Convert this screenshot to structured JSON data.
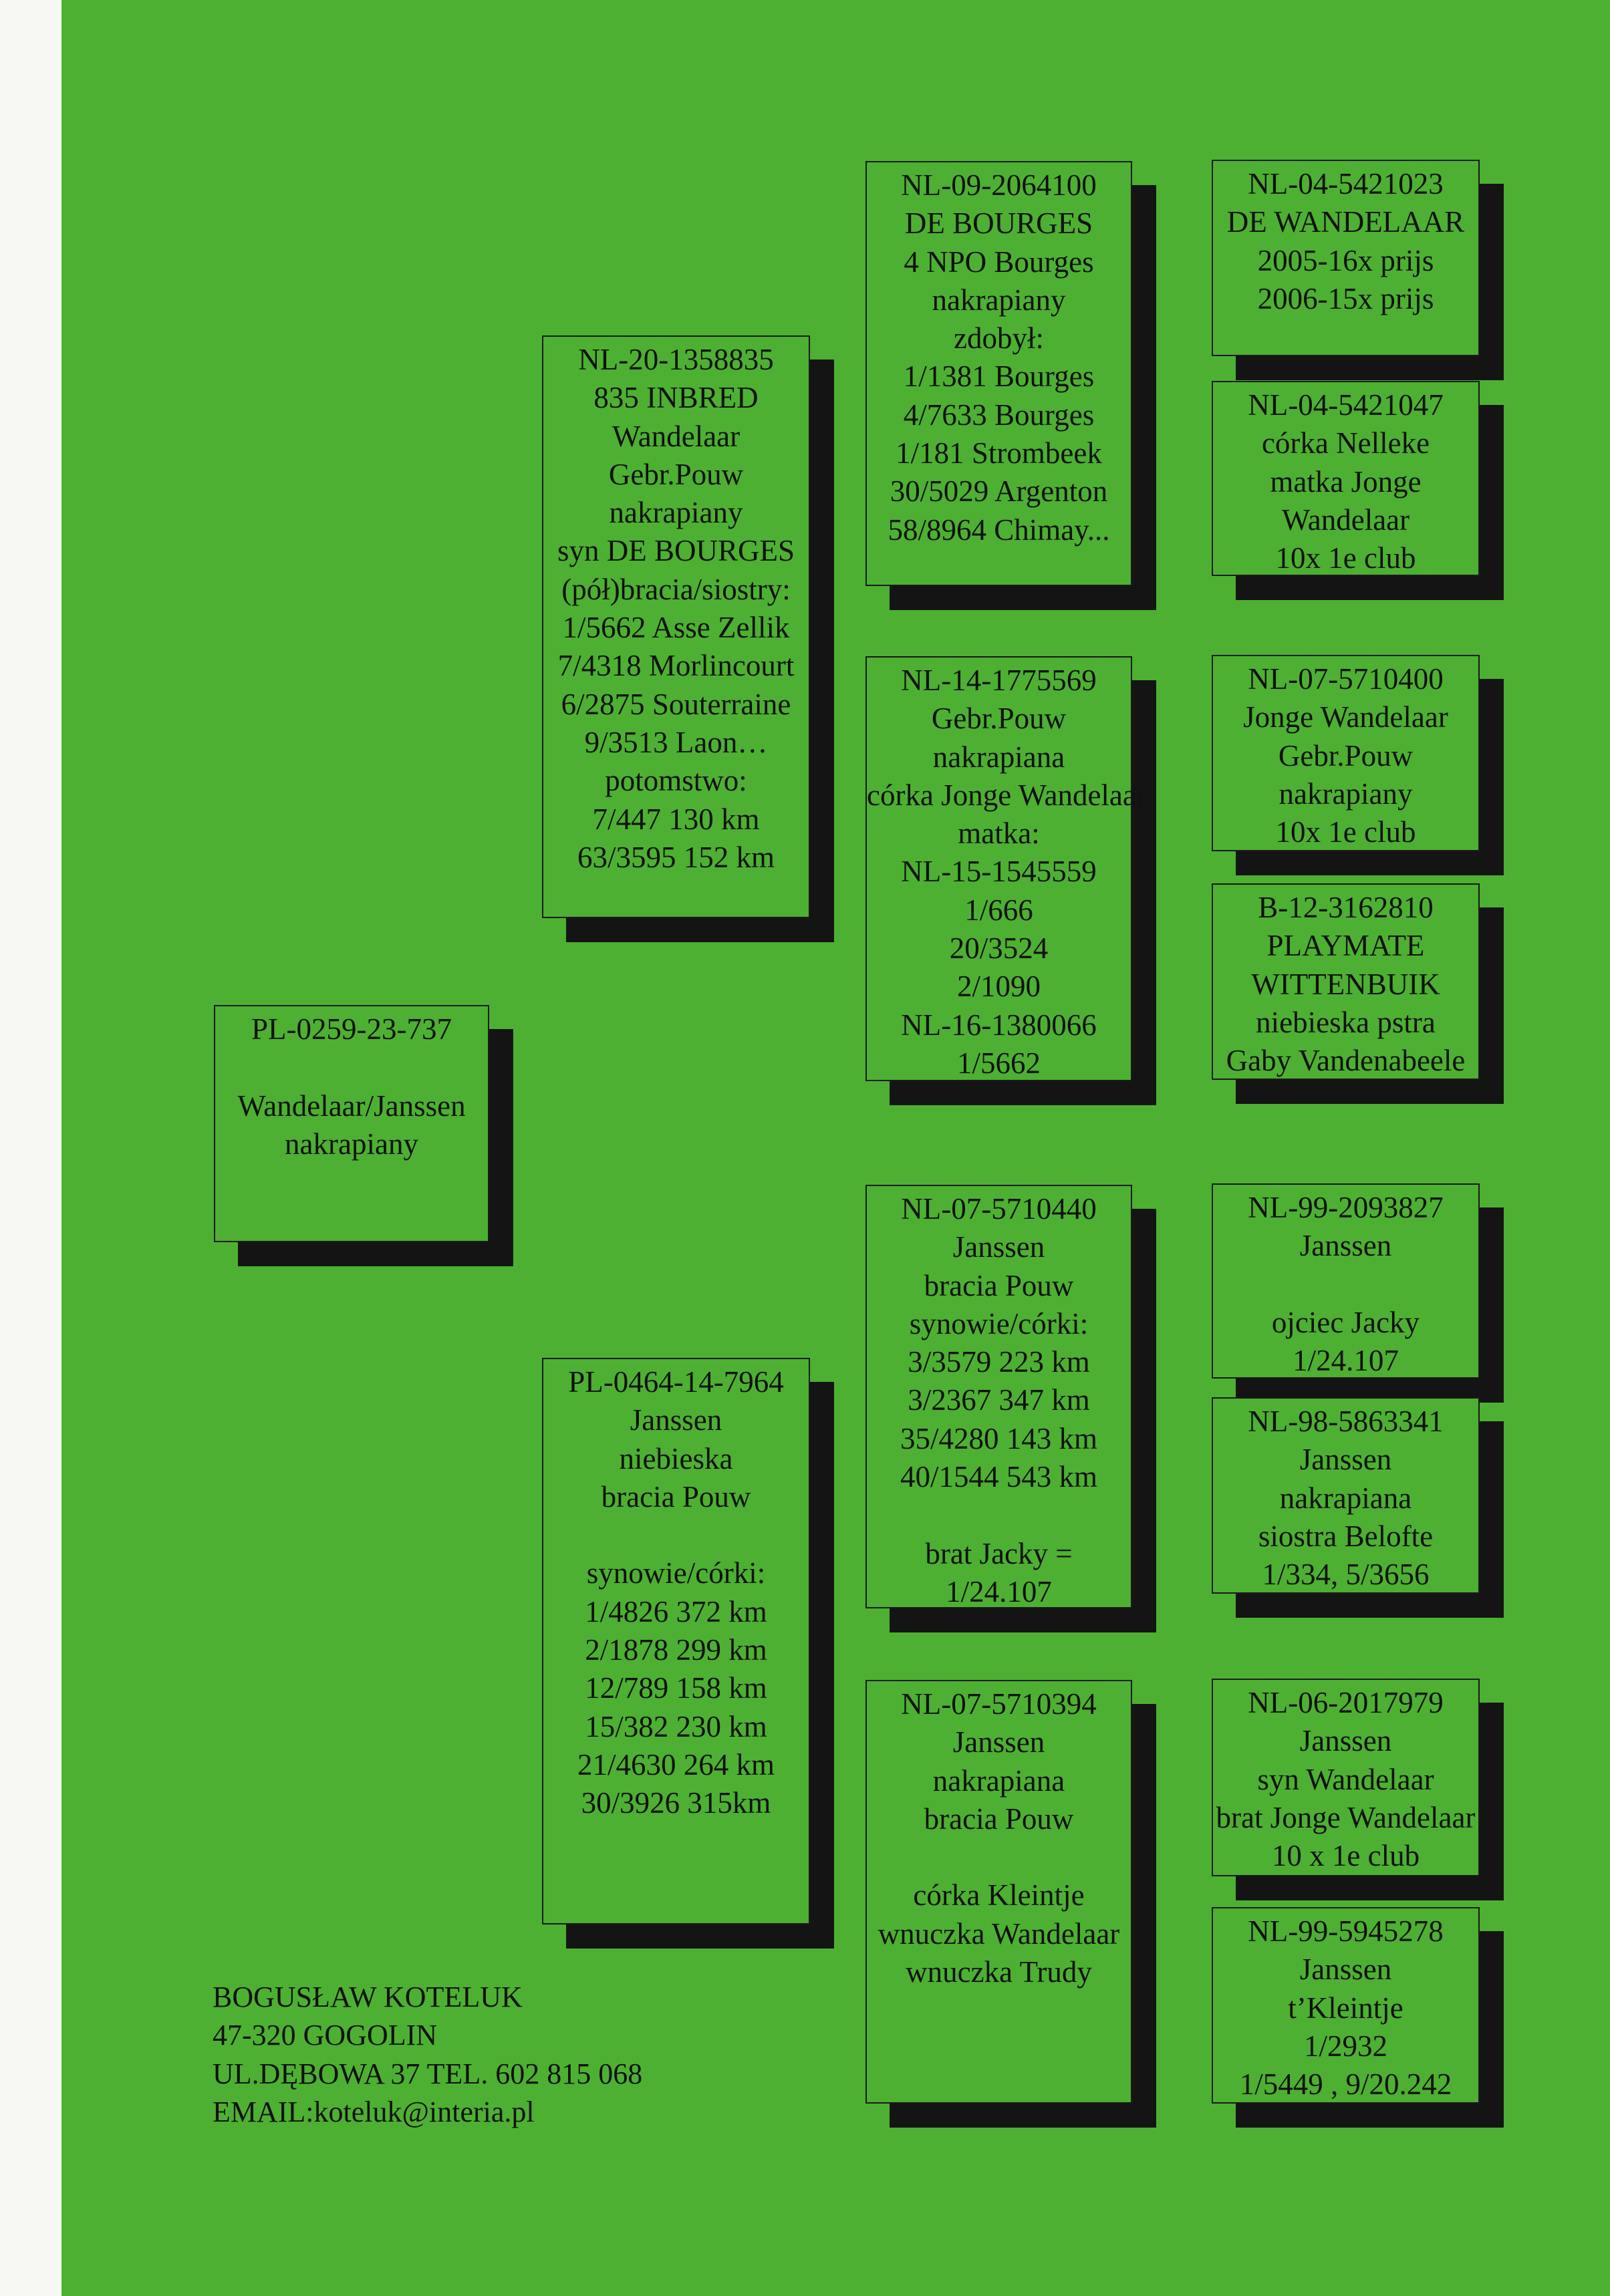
{
  "bird": {
    "lines": [
      "PL-0259-23-737",
      "",
      "Wandelaar/Janssen",
      "nakrapiany"
    ]
  },
  "father": {
    "lines": [
      "NL-20-1358835",
      "835 INBRED",
      "Wandelaar",
      "Gebr.Pouw",
      "nakrapiany",
      "syn DE BOURGES",
      "(pół)bracia/siostry:",
      "1/5662  Asse Zellik",
      "7/4318 Morlincourt",
      "6/2875 Souterraine",
      "9/3513   Laon…",
      "potomstwo:",
      "7/447  130 km",
      "63/3595  152 km"
    ]
  },
  "mother": {
    "lines": [
      "PL-0464-14-7964",
      "Janssen",
      "niebieska",
      "bracia Pouw",
      "",
      "synowie/córki:",
      "1/4826   372 km",
      " 2/1878   299 km",
      "12/789   158 km",
      "15/382    230 km",
      "21/4630   264 km",
      "30/3926    315km"
    ]
  },
  "gf_father": {
    "lines": [
      "NL-09-2064100",
      "DE BOURGES",
      "4 NPO Bourges",
      "nakrapiany",
      "zdobył:",
      "1/1381 Bourges",
      "4/7633 Bourges",
      "1/181 Strombeek",
      "30/5029 Argenton",
      "58/8964 Chimay..."
    ]
  },
  "gm_father": {
    "lines": [
      "NL-14-1775569",
      "Gebr.Pouw",
      "nakrapiana",
      "córka Jonge Wandelaar",
      "matka:",
      "NL-15-1545559",
      "1/666",
      "20/3524",
      "2/1090",
      "NL-16-1380066",
      "1/5662"
    ]
  },
  "gf_mother": {
    "lines": [
      "NL-07-5710440",
      "Janssen",
      "bracia Pouw",
      "synowie/córki:",
      "3/3579    223 km",
      "3/2367    347 km",
      "35/4280   143 km",
      "40/1544    543 km",
      "",
      "brat Jacky =",
      "1/24.107"
    ]
  },
  "gm_mother": {
    "lines": [
      "NL-07-5710394",
      "Janssen",
      "nakrapiana",
      "bracia Pouw",
      "",
      "córka Kleintje",
      "wnuczka Wandelaar",
      "wnuczka Trudy"
    ]
  },
  "g4": [
    {
      "lines": [
        "NL-04-5421023",
        "DE WANDELAAR",
        "2005-16x prijs",
        "2006-15x prijs"
      ]
    },
    {
      "lines": [
        "NL-04-5421047",
        "córka Nelleke",
        "matka Jonge",
        "Wandelaar",
        "10x 1e club"
      ]
    },
    {
      "lines": [
        "NL-07-5710400",
        "Jonge Wandelaar",
        "Gebr.Pouw",
        "nakrapiany",
        "10x 1e club"
      ]
    },
    {
      "lines": [
        "B-12-3162810",
        "PLAYMATE",
        "WITTENBUIK",
        "niebieska pstra",
        "Gaby Vandenabeele"
      ]
    },
    {
      "lines": [
        "NL-99-2093827",
        "Janssen",
        "",
        "ojciec Jacky",
        "1/24.107"
      ]
    },
    {
      "lines": [
        "NL-98-5863341",
        "Janssen",
        "nakrapiana",
        "siostra Belofte",
        "1/334,  5/3656"
      ]
    },
    {
      "lines": [
        "NL-06-2017979",
        "Janssen",
        "syn Wandelaar",
        "brat Jonge Wandelaar",
        "10 x 1e club"
      ]
    },
    {
      "lines": [
        "NL-99-5945278",
        "Janssen",
        "t’Kleintje",
        "1/2932",
        "1/5449 , 9/20.242"
      ]
    }
  ],
  "footer": {
    "lines": [
      "BOGUSŁAW  KOTELUK",
      "47-320 GOGOLIN",
      "UL.DĘBOWA 37  TEL. 602 815 068",
      "EMAIL:koteluk@interia.pl"
    ]
  }
}
